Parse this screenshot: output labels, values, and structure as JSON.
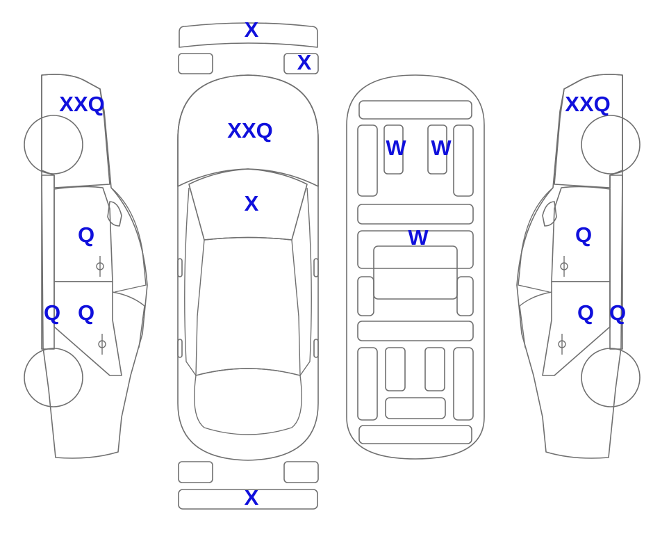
{
  "colors": {
    "damaged": "#F9A82E",
    "glass": "#E0F7FD",
    "outline": "#707070",
    "label": "#1010DC",
    "background": "#FFFFFF"
  },
  "legend_markers": {
    "rear_bumper_top": "X",
    "rear_light_right": "X",
    "rear_window": "XXQ",
    "trunk": "X",
    "front_bumper": "X",
    "seat_front_left": "W",
    "seat_front_right": "W",
    "seat_rear": "W",
    "left_window": "XXQ",
    "left_front_door": "Q",
    "left_rear_door": "Q",
    "left_sill": "Q",
    "right_window": "XXQ",
    "right_front_door": "Q",
    "right_rear_door": "Q",
    "right_sill": "Q"
  }
}
